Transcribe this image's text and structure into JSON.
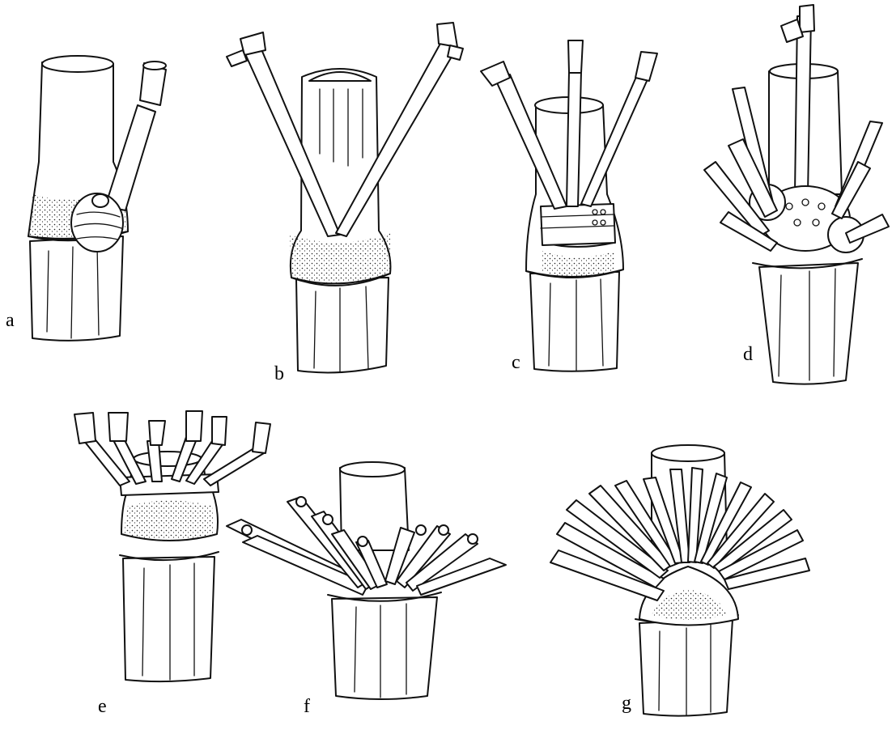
{
  "figure": {
    "panels": [
      {
        "id": "a",
        "label": "a"
      },
      {
        "id": "b",
        "label": "b"
      },
      {
        "id": "c",
        "label": "c"
      },
      {
        "id": "d",
        "label": "d"
      },
      {
        "id": "e",
        "label": "e"
      },
      {
        "id": "f",
        "label": "f"
      },
      {
        "id": "g",
        "label": "g"
      }
    ]
  }
}
